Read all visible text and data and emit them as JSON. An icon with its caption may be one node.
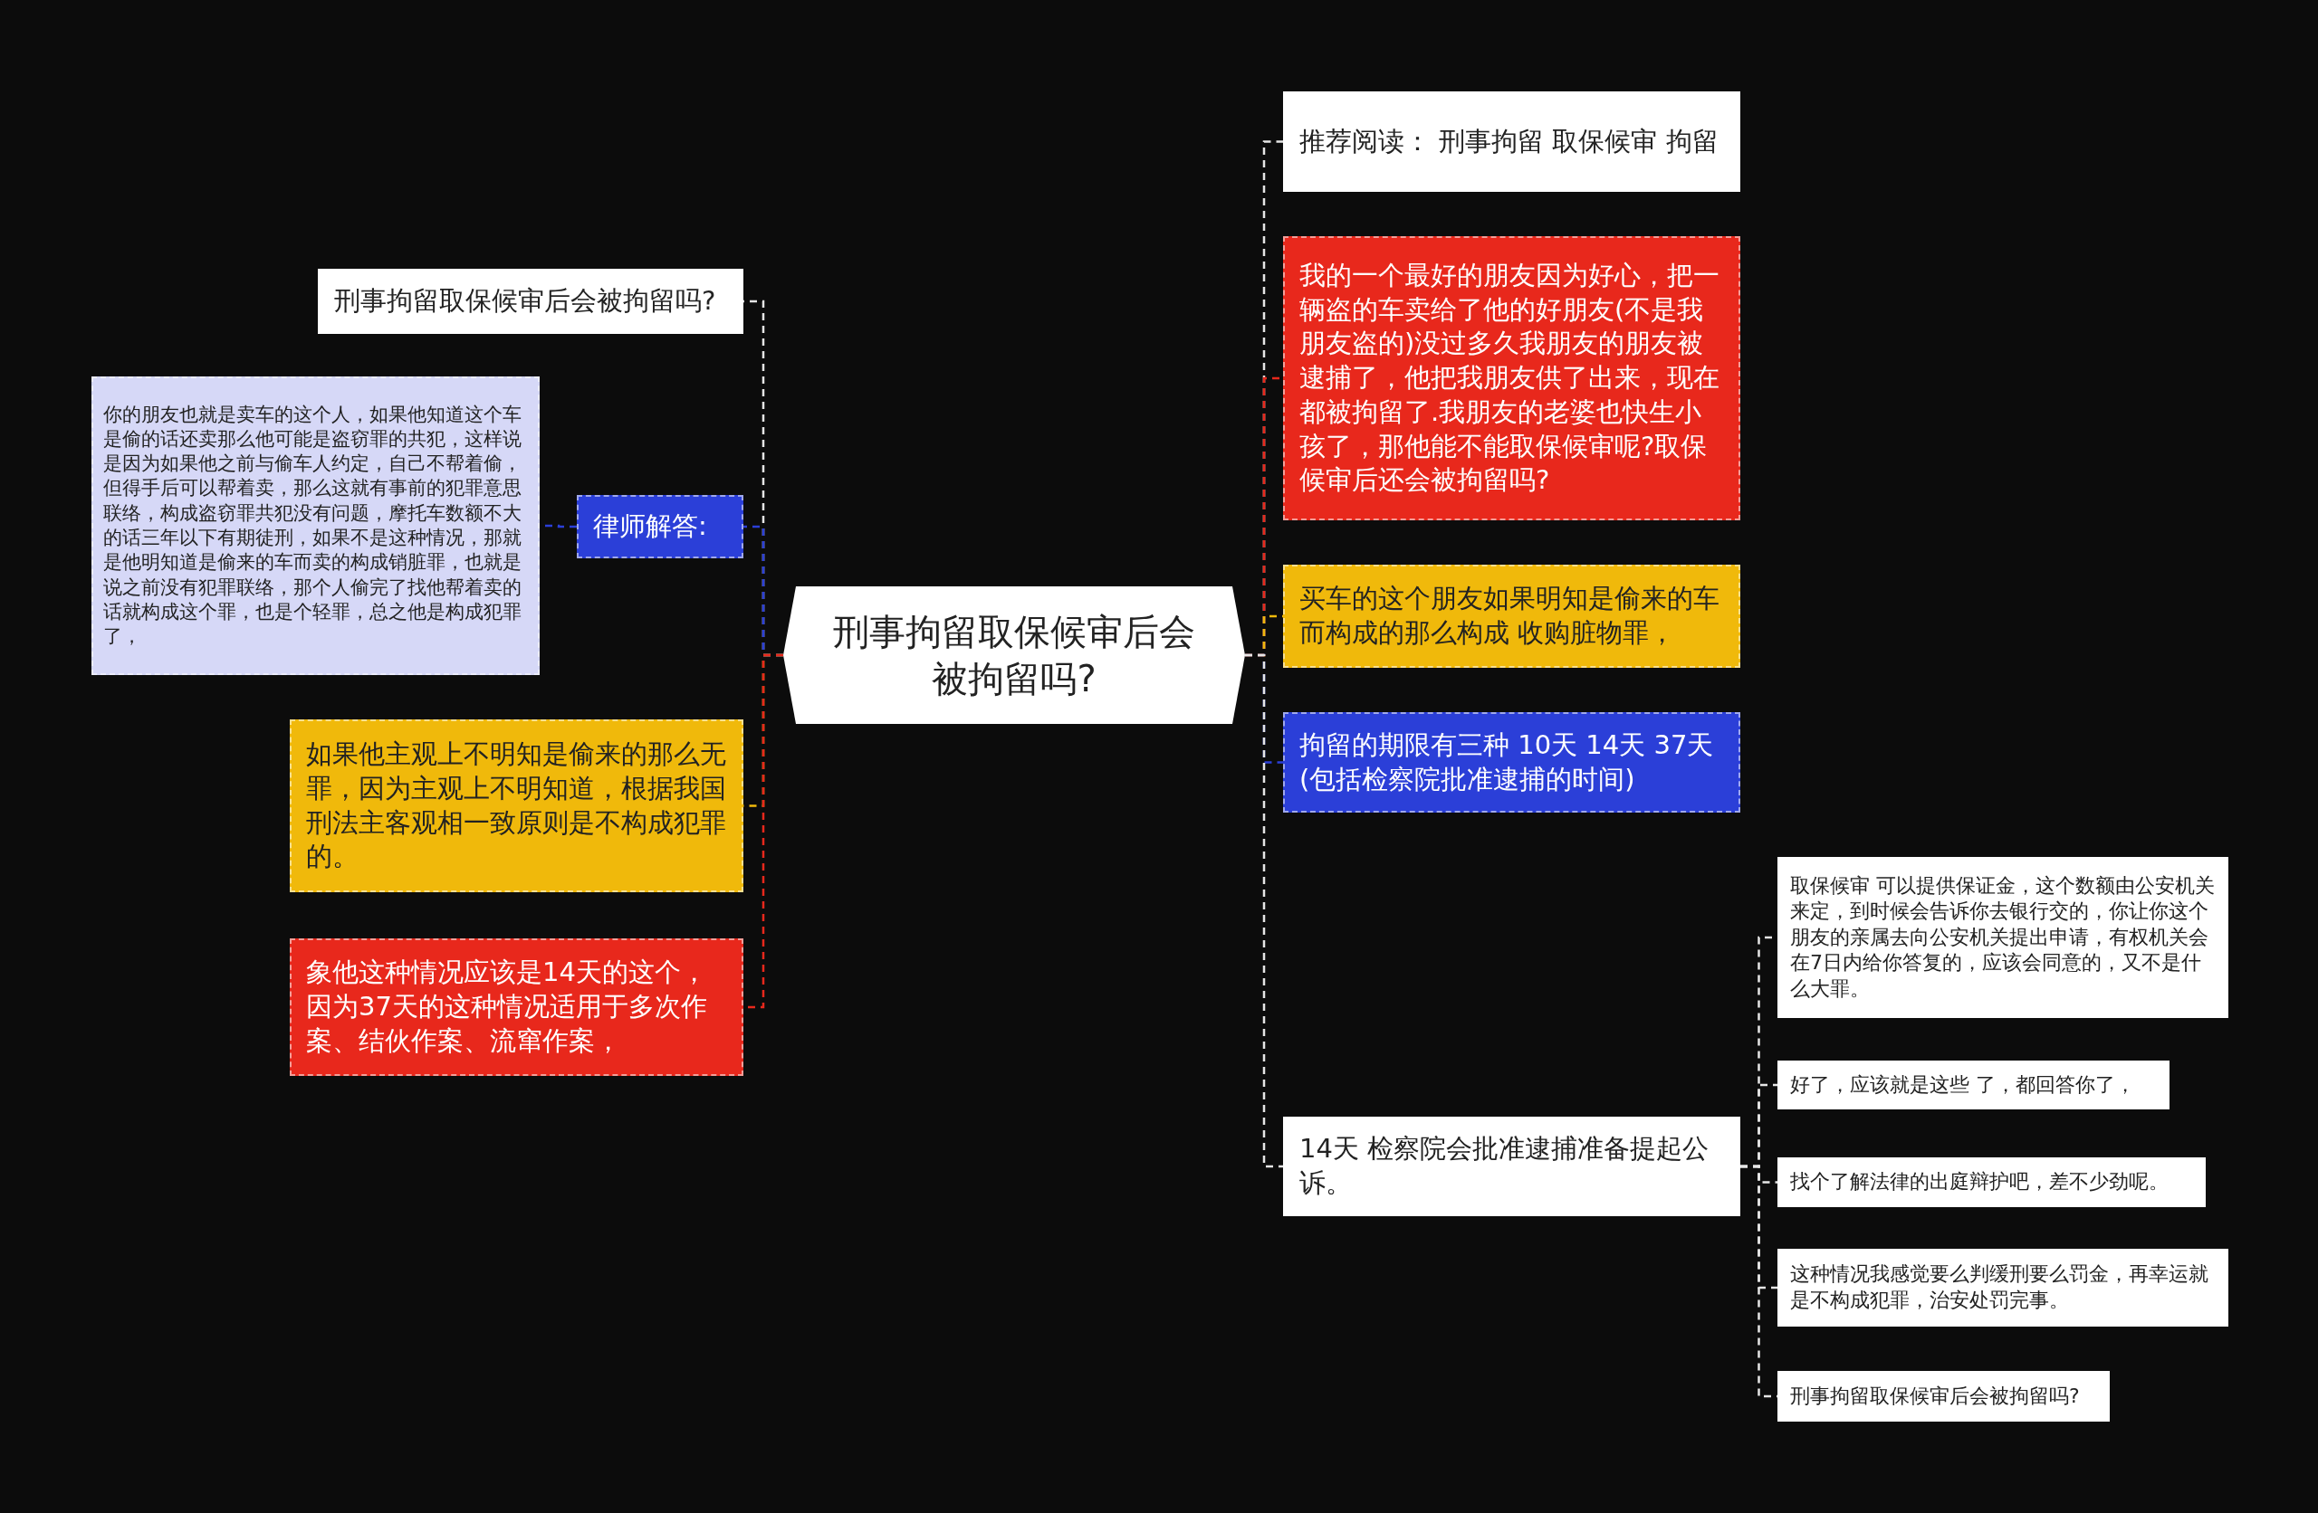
{
  "diagram": {
    "nodes": [
      {
        "text": [
          "刑事拘留取保候审后会被拘留吗?"
        ]
      },
      {
        "text": [
          "刑事拘留取保候审后会被拘留吗?"
        ]
      },
      {
        "text": [
          "律师解答:"
        ]
      },
      {
        "text": [
          "你的朋友也就是卖车的这个人，如果他知道这个车是偷的话还卖那么他可能是盗窃罪的共犯，这样说是因为如果他之前与偷车人约定，自己不帮着偷，但得手后可以帮着卖，那么这就有事前的犯罪意思联络，构成盗窃罪共犯没有问题，摩托车数额不大的话三年以下有期徒刑，如果不是这种情况，那就是他明知道是偷来的车而卖的构成销脏罪，也就是说之前没有犯罪联络，那个人偷完了找他帮着卖的话就构成这个罪，也是个轻罪，总之他是构成犯罪了，"
        ]
      },
      {
        "text": [
          "如果他主观上不明知是偷来的那么无罪，因为主观上不明知道，根据我国刑法主客观相一致原则是不构成犯罪的。"
        ]
      },
      {
        "text": [
          "象他这种情况应该是14天的这个，因为37天的这种情况适用于多次作案、结伙作案、流窜作案，"
        ]
      },
      {
        "text": [
          "推荐阅读：  刑事拘留 取保候审 拘留"
        ]
      },
      {
        "text": [
          "我的一个最好的朋友因为好心，把一辆盗的车卖给了他的好朋友(不是我朋友盗的)没过多久我朋友的朋友被逮捕了，他把我朋友供了出来，现在都被拘留了.我朋友的老婆也快生小孩了，那他能不能取保候审呢?取保候审后还会被拘留吗?"
        ]
      },
      {
        "text": [
          "买车的这个朋友如果明知是偷来的车而构成的那么构成 收购脏物罪，"
        ]
      },
      {
        "text": [
          "拘留的期限有三种 10天 14天 37天(包括检察院批准逮捕的时间)"
        ]
      },
      {
        "text": [
          "14天 检察院会批准逮捕准备提起公诉。"
        ]
      },
      {
        "text": [
          "取保候审 可以提供保证金，这个数额由公安机关来定，到时候会告诉你去银行交的，你让你这个朋友的亲属去向公安机关提出申请，有权机关会在7日内给你答复的，应该会同意的，又不是什么大罪。"
        ]
      },
      {
        "text": [
          "好了，应该就是这些 了，都回答你了，"
        ]
      },
      {
        "text": [
          "找个了解法律的出庭辩护吧，差不少劲呢。"
        ]
      },
      {
        "text": [
          "这种情况我感觉要么判缓刑要么罚金，再幸运就是不构成犯罪，治安处罚完事。"
        ]
      },
      {
        "text": [
          "刑事拘留取保候审后会被拘留吗?"
        ]
      }
    ],
    "edges": [
      {
        "from": 0,
        "to": 1,
        "arrow": "none",
        "style": "dashed"
      },
      {
        "from": 0,
        "to": 2,
        "arrow": "none",
        "style": "dashed",
        "color": "#2b3fd8"
      },
      {
        "from": 2,
        "to": 3,
        "arrow": "none",
        "style": "dashed",
        "color": "#2b3fd8"
      },
      {
        "from": 0,
        "to": 4,
        "arrow": "none",
        "style": "dashed",
        "color": "#f0b90b"
      },
      {
        "from": 0,
        "to": 5,
        "arrow": "none",
        "style": "dashed",
        "color": "#e8281c"
      },
      {
        "from": 0,
        "to": 6,
        "arrow": "none",
        "style": "dashed"
      },
      {
        "from": 0,
        "to": 7,
        "arrow": "none",
        "style": "dashed",
        "color": "#e8281c"
      },
      {
        "from": 0,
        "to": 8,
        "arrow": "none",
        "style": "dashed",
        "color": "#f0b90b"
      },
      {
        "from": 0,
        "to": 9,
        "arrow": "none",
        "style": "dashed",
        "color": "#2b3fd8"
      },
      {
        "from": 0,
        "to": 10,
        "arrow": "none",
        "style": "dashed"
      },
      {
        "from": 10,
        "to": 11,
        "arrow": "none",
        "style": "dashed"
      },
      {
        "from": 10,
        "to": 12,
        "arrow": "none",
        "style": "dashed"
      },
      {
        "from": 10,
        "to": 13,
        "arrow": "none",
        "style": "dashed"
      },
      {
        "from": 10,
        "to": 14,
        "arrow": "none",
        "style": "dashed"
      },
      {
        "from": 10,
        "to": 15,
        "arrow": "none",
        "style": "dashed"
      }
    ]
  }
}
